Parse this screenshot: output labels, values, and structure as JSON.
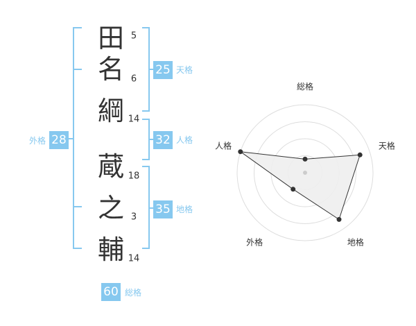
{
  "name": {
    "chars": [
      {
        "char": "田",
        "strokes": "5"
      },
      {
        "char": "名",
        "strokes": "6"
      },
      {
        "char": "綱",
        "strokes": "14"
      },
      {
        "char": "蔵",
        "strokes": "18"
      },
      {
        "char": "之",
        "strokes": "3"
      },
      {
        "char": "輔",
        "strokes": "14"
      }
    ]
  },
  "fortunes": {
    "tenkaku": {
      "value": "25",
      "label": "天格"
    },
    "jinkaku": {
      "value": "32",
      "label": "人格"
    },
    "chikaku": {
      "value": "35",
      "label": "地格"
    },
    "gaikaku": {
      "value": "28",
      "label": "外格"
    },
    "soukaku": {
      "value": "60",
      "label": "総格"
    }
  },
  "radar": {
    "axes": [
      {
        "label": "総格",
        "value": 0.2
      },
      {
        "label": "天格",
        "value": 0.85
      },
      {
        "label": "地格",
        "value": 0.85
      },
      {
        "label": "外格",
        "value": 0.3
      },
      {
        "label": "人格",
        "value": 1.0
      }
    ],
    "rings": 4,
    "colors": {
      "ring": "#dddddd",
      "fill": "#eeeeee",
      "stroke": "#333333",
      "point": "#333333",
      "center": "#cccccc"
    }
  },
  "colors": {
    "bracket": "#86c8ef",
    "badge_bg": "#86c8ef",
    "badge_text": "#ffffff",
    "label_text": "#86c8ef",
    "char_text": "#333333",
    "stroke_text": "#333333"
  }
}
